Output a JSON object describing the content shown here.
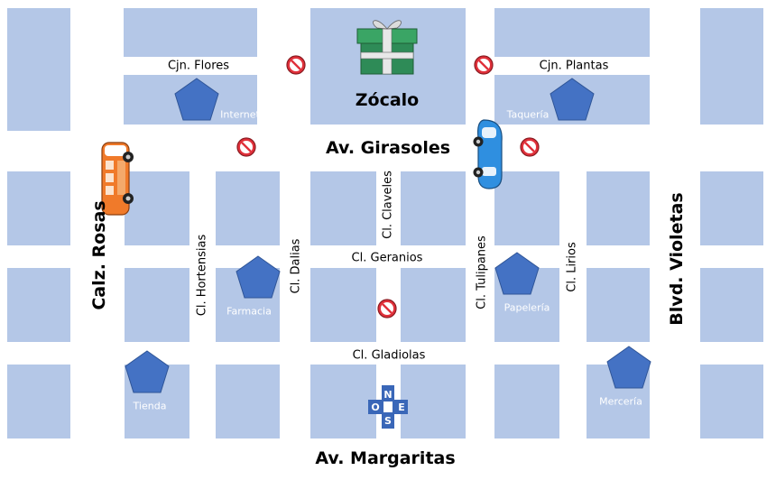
{
  "streets": {
    "av_girasoles": "Av. Girasoles",
    "av_margaritas": "Av. Margaritas",
    "calz_rosas": "Calz. Rosas",
    "blvd_violetas": "Blvd. Violetas",
    "cjn_flores": "Cjn. Flores",
    "cjn_plantas": "Cjn. Plantas",
    "cl_geranios": "Cl. Geranios",
    "cl_gladiolas": "Cl. Gladiolas",
    "cl_hortensias": "Cl. Hortensias",
    "cl_dalias": "Cl. Dalias",
    "cl_claveles": "Cl. Claveles",
    "cl_tulipanes": "Cl. Tulipanes",
    "cl_lirios": "Cl. Lirios"
  },
  "landmarks": {
    "zocalo": "Zócalo",
    "internet": "Internet",
    "taqueria": "Taquería",
    "farmacia": "Farmacia",
    "papeleria": "Papelería",
    "tienda": "Tienda",
    "merceria": "Mercería"
  },
  "compass": {
    "n": "N",
    "s": "S",
    "e": "E",
    "o": "O"
  },
  "icons": {
    "landmark": "pentagon-icon",
    "no_entry": "no-entry-icon",
    "gift": "gift-icon",
    "bus": "van-icon",
    "car": "car-icon",
    "compass": "compass-icon"
  },
  "colors": {
    "block": "#b4c7e7",
    "landmark": "#4472c4",
    "no_entry": "#e0303a",
    "van": "#f07a2a",
    "car": "#2f8fe0",
    "gift": "#2e8b57"
  }
}
